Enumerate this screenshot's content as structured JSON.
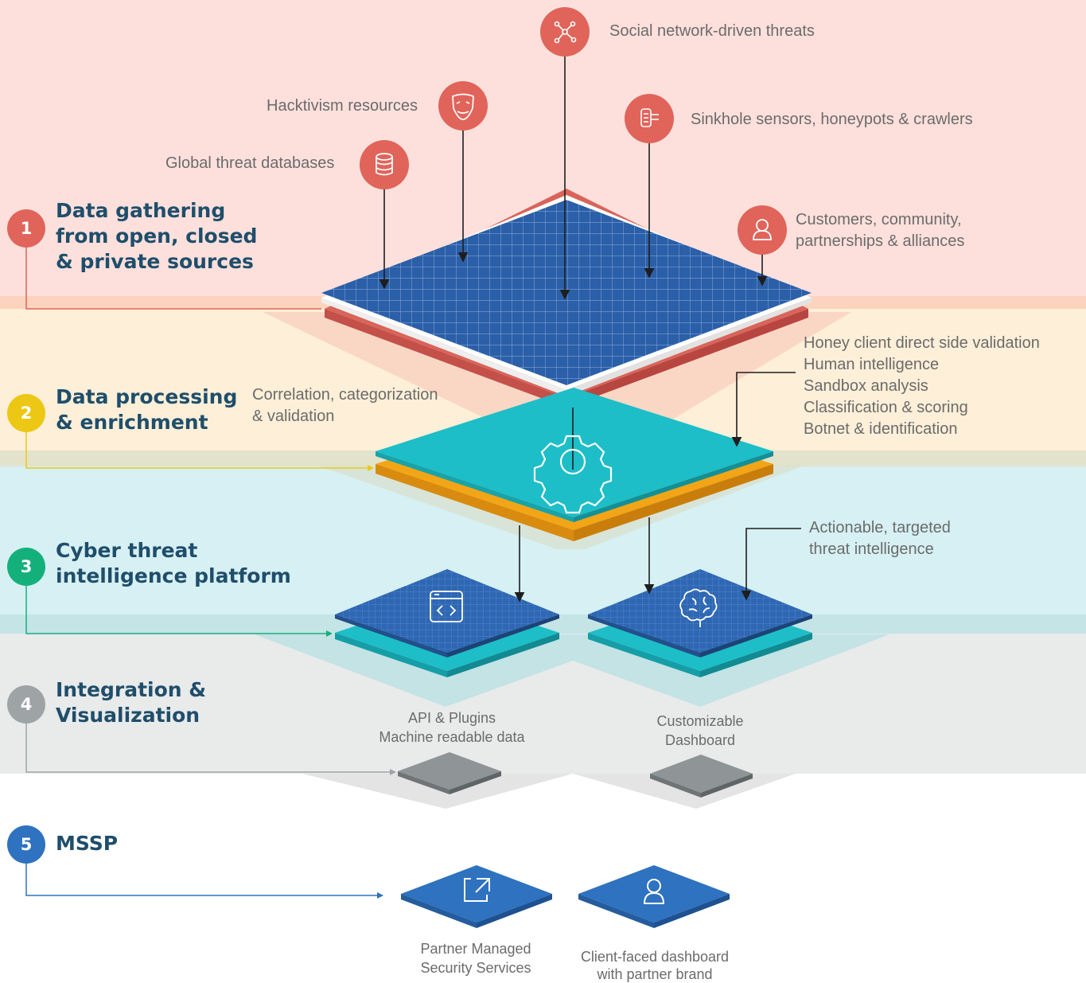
{
  "stages": [
    {
      "number": "1",
      "title_lines": [
        "Data gathering",
        "from open, closed",
        "& private sources"
      ],
      "color": "#e0645a"
    },
    {
      "number": "2",
      "title_lines": [
        "Data processing",
        "& enrichment"
      ],
      "color": "#ecc814"
    },
    {
      "number": "3",
      "title_lines": [
        "Cyber threat",
        "intelligence platform"
      ],
      "color": "#14b07c"
    },
    {
      "number": "4",
      "title_lines": [
        "Integration &",
        "Visualization"
      ],
      "color": "#9ea3a6"
    },
    {
      "number": "5",
      "title_lines": [
        "MSSP"
      ],
      "color": "#2e72c0"
    }
  ],
  "sources": {
    "social": {
      "label": "Social network-driven threats",
      "icon": "network-icon"
    },
    "hacktivism": {
      "label": "Hacktivism resources",
      "icon": "mask-icon"
    },
    "sinkhole": {
      "label": "Sinkhole sensors, honeypots & crawlers",
      "icon": "sensor-icon"
    },
    "databases": {
      "label": "Global threat databases",
      "icon": "database-icon"
    },
    "customers": {
      "label_lines": [
        "Customers, community,",
        "partnerships & alliances"
      ],
      "icon": "user-icon"
    }
  },
  "processing": {
    "correlation_lines": [
      "Correlation, categorization",
      "& validation"
    ],
    "validation_list": [
      "Honey client direct side validation",
      "Human intelligence",
      "Sandbox analysis",
      "Classification & scoring",
      "Botnet & identification"
    ],
    "icon": "gear-icon"
  },
  "platform": {
    "actionable_lines": [
      "Actionable, targeted",
      "threat intelligence"
    ],
    "api_icon": "code-window-icon",
    "brain_icon": "brain-icon"
  },
  "integration": {
    "api_lines": [
      "API & Plugins",
      "Machine readable data"
    ],
    "dashboard_lines": [
      "Customizable",
      "Dashboard"
    ]
  },
  "mssp": {
    "partner_lines": [
      "Partner Managed",
      "Security Services"
    ],
    "client_lines": [
      "Client-faced dashboard",
      "with partner brand"
    ],
    "partner_icon": "external-link-icon",
    "client_icon": "user-icon"
  },
  "colors": {
    "band1": "#fde0dc",
    "band2": "#fdefd8",
    "band3": "#d6f0f3",
    "band4": "#e9eaea",
    "source_circle": "#e0645a",
    "blue_plate": "#2e67b3",
    "teal_plate": "#1dbec8",
    "red_slab": "#d9645a",
    "orange_slab": "#f2a516",
    "gray_plate": "#8f9496"
  }
}
